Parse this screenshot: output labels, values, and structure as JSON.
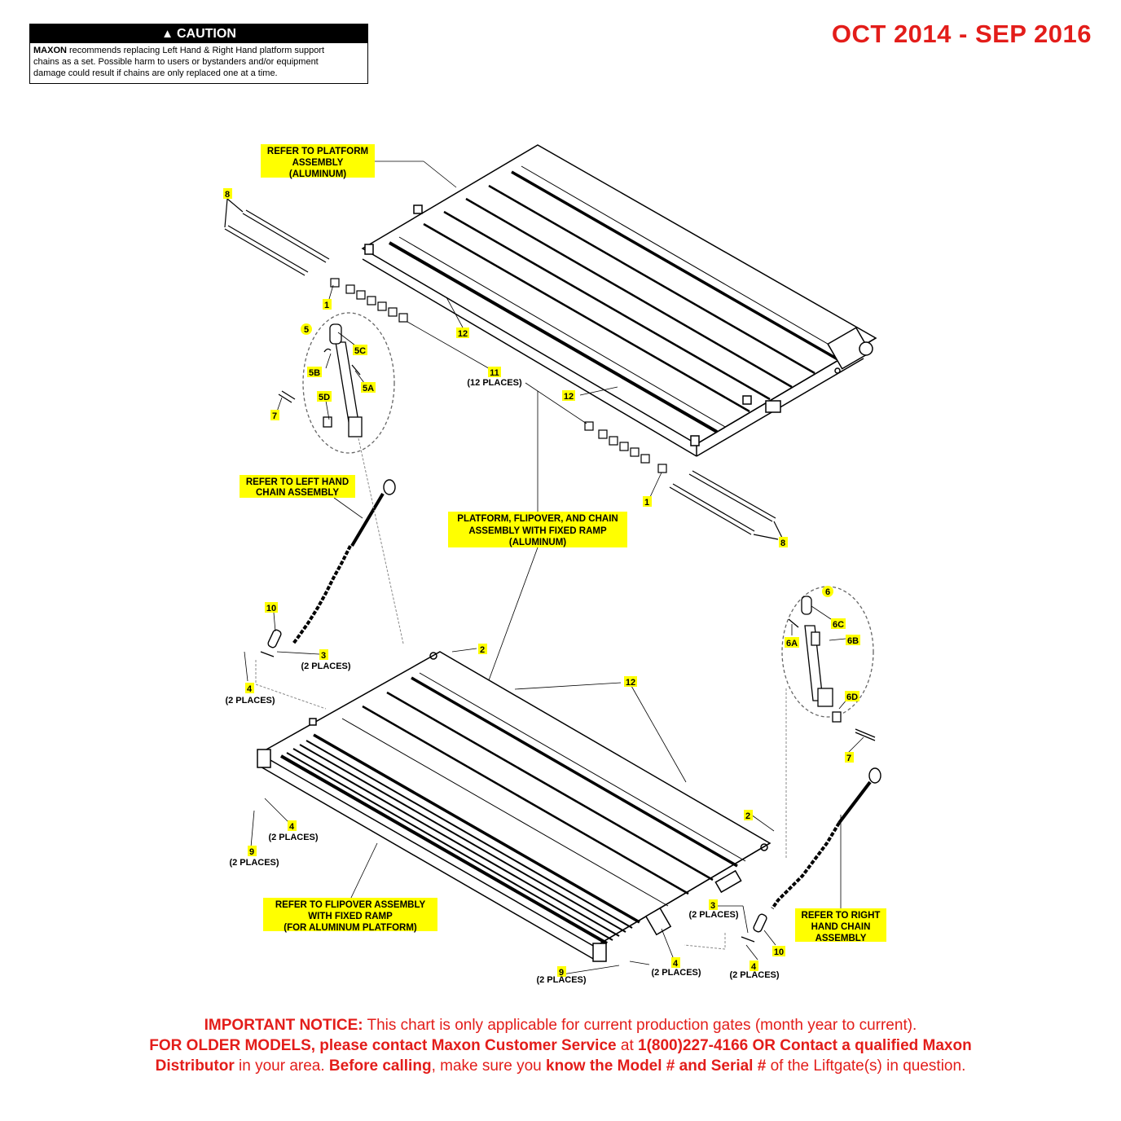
{
  "caution": {
    "title": "CAUTION",
    "brand": "MAXON",
    "line1": " recommends replacing Left Hand & Right Hand platform support",
    "line2": "chains as a set. Possible harm to users or bystanders and/or equipment",
    "line3": "damage could result if chains are only replaced one at a time."
  },
  "date_range": "OCT 2014 - SEP 2016",
  "callouts": {
    "platform_assembly": [
      "REFER TO PLATFORM",
      "ASSEMBLY",
      "(ALUMINUM)"
    ],
    "left_chain": [
      "REFER TO LEFT HAND",
      "CHAIN ASSEMBLY"
    ],
    "main_assembly": [
      "PLATFORM, FLIPOVER, AND CHAIN",
      "ASSEMBLY WITH FIXED RAMP",
      "(ALUMINUM)"
    ],
    "flipover": [
      "REFER TO FLIPOVER ASSEMBLY",
      "WITH FIXED RAMP",
      "(FOR ALUMINUM PLATFORM)"
    ],
    "right_chain": [
      "REFER TO RIGHT",
      "HAND CHAIN",
      "ASSEMBLY"
    ]
  },
  "parts": {
    "p1": "1",
    "p2": "2",
    "p3": "3",
    "p4": "4",
    "p5": "5",
    "p5a": "5A",
    "p5b": "5B",
    "p5c": "5C",
    "p5d": "5D",
    "p6": "6",
    "p6a": "6A",
    "p6b": "6B",
    "p6c": "6C",
    "p6d": "6D",
    "p7": "7",
    "p8": "8",
    "p9": "9",
    "p10": "10",
    "p11": "11",
    "p12": "12",
    "places2": "(2 PLACES)",
    "places12": "(12 PLACES)"
  },
  "notice": {
    "l1_bold": "IMPORTANT NOTICE:",
    "l1_rest": " This chart is only applicable for current production gates (month year to current).",
    "l2_bold": "FOR OLDER MODELS, please contact Maxon Customer Service",
    "l2_mid": " at ",
    "l2_bold2": "1(800)227-4166 OR Contact a qualified Maxon",
    "l3_bold": "Distributor",
    "l3_mid": " in your area. ",
    "l3_bold2": "Before calling",
    "l3_mid2": ", make sure you ",
    "l3_bold3": "know the Model # and Serial #",
    "l3_rest": " of the Liftgate(s) in question."
  }
}
